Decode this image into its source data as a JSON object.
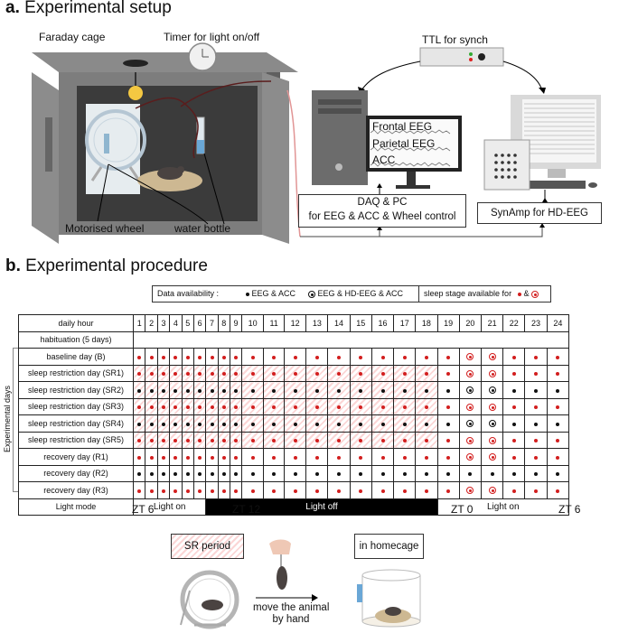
{
  "panel_a": {
    "title_letter": "a.",
    "title_text": "Experimental setup",
    "faraday_cage": "Faraday cage",
    "timer": "Timer for light on/off",
    "ttl": "TTL for synch",
    "monitor_lines": [
      "Frontal EEG",
      "Parietal EEG",
      "ACC"
    ],
    "motorised_wheel": "Motorised wheel",
    "water_bottle": "water bottle",
    "daq_line1": "DAQ & PC",
    "daq_line2": "for EEG & ACC & Wheel control",
    "synamp": "SynAmp for HD-EEG"
  },
  "panel_b": {
    "title_letter": "b.",
    "title_text": "Experimental procedure",
    "legend": {
      "label": "Data availability :",
      "eeg_acc": "EEG & ACC",
      "eeg_hd": "EEG & HD-EEG & ACC",
      "sleep_stage": "sleep stage available for",
      "amp": "&"
    },
    "experimental_days_label": "Experimental days",
    "header_label": "daily hour",
    "hours": [
      "1",
      "2",
      "3",
      "4",
      "5",
      "6",
      "7",
      "8",
      "9",
      "10",
      "11",
      "12",
      "13",
      "14",
      "15",
      "16",
      "17",
      "18",
      "19",
      "20",
      "21",
      "22",
      "23",
      "24"
    ],
    "habituation_label": "habituation (5 days)",
    "rows": [
      {
        "label": "baseline day (B)",
        "sr": false,
        "cells": "rrrrrrrrrrrrrrrrrrrRRrrr"
      },
      {
        "label": "sleep restriction day (SR1)",
        "sr": true,
        "cells": "rrrrrrrrrrrrrrrrrrrRRrrr"
      },
      {
        "label": "sleep restriction day (SR2)",
        "sr": true,
        "cells": "bbbbbbbbbbbbbbbbbbbKKbbb"
      },
      {
        "label": "sleep restriction day (SR3)",
        "sr": true,
        "cells": "rrrrrrrrrrrrrrrrrrrRRrrr"
      },
      {
        "label": "sleep restriction day (SR4)",
        "sr": true,
        "cells": "bbbbbbbbbbbbbbbbbbbKKbbb"
      },
      {
        "label": "sleep restriction day (SR5)",
        "sr": true,
        "cells": "rrrrrrrrrrrrrrrrrrrRRrrr"
      },
      {
        "label": "recovery day (R1)",
        "sr": false,
        "cells": "rrrrrrrrrrrrrrrrrrrRRrrr"
      },
      {
        "label": "recovery day (R2)",
        "sr": false,
        "cells": "bbbbbbbbbbbbbbbbbbbbbbbb"
      },
      {
        "label": "recovery day (R3)",
        "sr": false,
        "cells": "rrrrrrrrrrrrrrrrrrrRRrrr"
      }
    ],
    "sr_hours": 18,
    "light_mode_label": "Light mode",
    "light_segments": [
      {
        "text": "Light on",
        "span": 6,
        "dark": false
      },
      {
        "text": "Light off",
        "span": 12,
        "dark": true
      },
      {
        "text": "Light on",
        "span": 6,
        "dark": false
      }
    ],
    "zt_labels": [
      "ZT 6",
      "ZT 12",
      "ZT 0",
      "ZT 6"
    ],
    "bottom": {
      "sr_period": "SR period",
      "move_line1": "move the animal",
      "move_line2": "by hand",
      "homecage": "in homecage"
    }
  },
  "colors": {
    "red": "#d21e1e",
    "black": "#111111",
    "hatch": "#fbd6d6"
  }
}
